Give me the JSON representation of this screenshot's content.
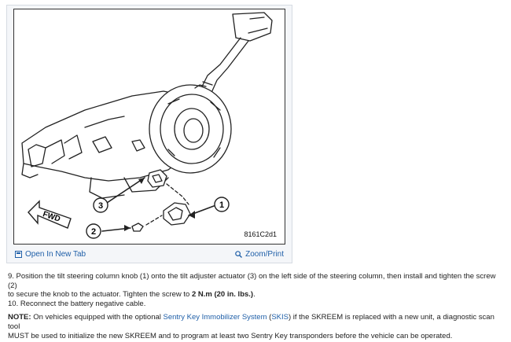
{
  "figure": {
    "figure_code": "8161C2d1",
    "callouts": [
      "1",
      "2",
      "3"
    ],
    "fwd_label": "FWD"
  },
  "toolbar": {
    "open_new_tab": "Open In New Tab",
    "zoom_print": "Zoom/Print"
  },
  "steps": {
    "step9_a": " 9. Position the tilt steering column knob (1) onto the tilt adjuster actuator (3) on the left side of the steering column, then install and tighten the screw (2)",
    "step9_b": "to secure the knob to the actuator. Tighten the screw to ",
    "step9_torque": "2 N.m (20 in. lbs.)",
    "step9_end": ".",
    "step10": "10. Reconnect the battery negative cable."
  },
  "note": {
    "label": "NOTE:",
    "text1": " On vehicles equipped with the optional ",
    "link1": "Sentry Key Immobilizer System",
    "text2": " (",
    "link2": "SKIS",
    "text3": ") if the SKREEM is replaced with a new unit, a diagnostic scan tool",
    "line2": "MUST be used to initialize the new SKREEM and to program at least two Sentry Key transponders before the vehicle can be operated."
  },
  "colors": {
    "link": "#1f5fa8",
    "frame_bg": "#f4f6f9"
  }
}
